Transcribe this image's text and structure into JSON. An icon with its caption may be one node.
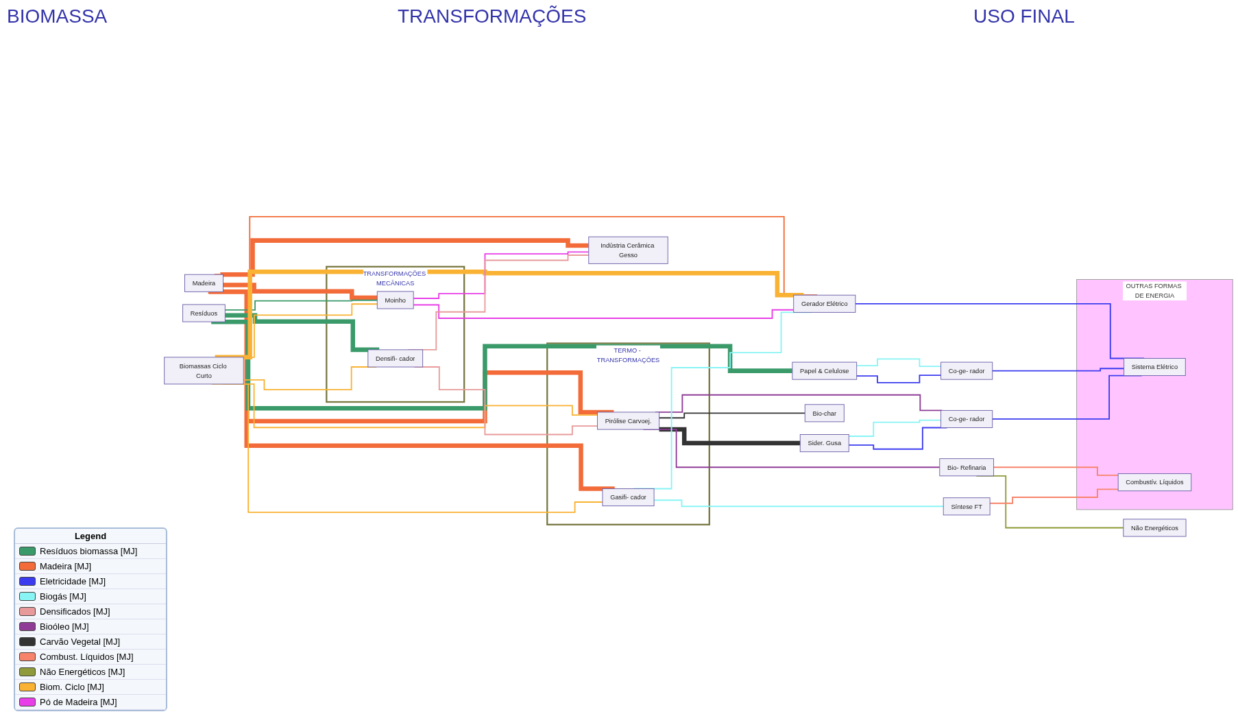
{
  "diagram": {
    "nodes": [
      {
        "text": [
          "Madeira"
        ]
      },
      {
        "text": [
          "Resíduos"
        ]
      },
      {
        "text": [
          "Biomassas Ciclo Curto"
        ]
      },
      {
        "text": [
          "TRANSFORMAÇÕES MECÂNICAS"
        ]
      },
      {
        "text": [
          "Moinho"
        ],
        "in": 3
      },
      {
        "text": [
          "Densifi- cador"
        ],
        "in": 3
      },
      {
        "text": [
          "TERMO - TRANSFORMAÇÕES"
        ]
      },
      {
        "text": [
          "Pirólise Carvoej."
        ],
        "in": 6
      },
      {
        "text": [
          "Gasifi- cador"
        ],
        "in": 6
      },
      {
        "text": [
          "Gerador Elétrico"
        ]
      },
      {
        "text": [
          "Bio- Refinaria"
        ]
      },
      {
        "text": [
          "Síntese FT"
        ]
      },
      {
        "text": [
          "Papel & Celulose"
        ]
      },
      {
        "text": [
          "Co-ge- rador"
        ]
      },
      {
        "text": [
          "Indústria Cerâmica Gesso"
        ]
      },
      {
        "text": [
          "Sider. Gusa"
        ]
      },
      {
        "text": [
          "Co-ge- rador"
        ]
      },
      {
        "text": [
          "Não Energéticos"
        ]
      },
      {
        "text": [
          "Bio-char"
        ]
      },
      {
        "text": [
          "OUTRAS FORMAS DE ENERGIA"
        ]
      },
      {
        "text": [
          "Sistema Elétrico"
        ],
        "in": 19
      },
      {
        "text": [
          "Combustív. Líquidos"
        ],
        "in": 19
      }
    ],
    "edges": [
      {
        "from": 0,
        "to": 4,
        "arrow": "none",
        "style": "thick",
        "color": "#f26b38"
      },
      {
        "from": 0,
        "to": 14,
        "arrow": "none",
        "style": "thick",
        "color": "#f26b38"
      },
      {
        "from": 0,
        "to": 9,
        "arrow": "none",
        "color": "#f26b38"
      },
      {
        "from": 0,
        "to": 7,
        "arrow": "none",
        "style": "thick",
        "color": "#f26b38"
      },
      {
        "from": 0,
        "to": 8,
        "arrow": "none",
        "style": "thick",
        "color": "#f26b38"
      },
      {
        "from": 1,
        "to": 4,
        "arrow": "none",
        "color": "#3a9a6a"
      },
      {
        "from": 1,
        "to": 12,
        "arrow": "none",
        "style": "thick",
        "color": "#3a9a6a"
      },
      {
        "from": 1,
        "to": 5,
        "arrow": "none",
        "style": "thick",
        "color": "#3a9a6a"
      },
      {
        "from": 2,
        "to": 4,
        "arrow": "none",
        "color": "#f9b233"
      },
      {
        "from": 2,
        "to": 5,
        "arrow": "none",
        "color": "#f9b233"
      },
      {
        "from": 2,
        "to": 9,
        "arrow": "none",
        "style": "thick",
        "color": "#f9b233"
      },
      {
        "from": 2,
        "to": 7,
        "arrow": "none",
        "color": "#f9b233"
      },
      {
        "from": 2,
        "to": 8,
        "arrow": "none",
        "color": "#f9b233"
      },
      {
        "from": 4,
        "to": 14,
        "arrow": "none",
        "color": "#e83ee8"
      },
      {
        "from": 4,
        "to": 9,
        "arrow": "none",
        "color": "#e83ee8"
      },
      {
        "from": 5,
        "to": 14,
        "arrow": "none",
        "color": "#e89a9a"
      },
      {
        "from": 5,
        "to": 7,
        "arrow": "none",
        "color": "#e89a9a"
      },
      {
        "from": 7,
        "to": 15,
        "arrow": "none",
        "style": "thick",
        "color": "#333333"
      },
      {
        "from": 7,
        "to": 16,
        "arrow": "none",
        "color": "#8e3c96"
      },
      {
        "from": 7,
        "to": 10,
        "arrow": "none",
        "color": "#8e3c96"
      },
      {
        "from": 7,
        "to": 18,
        "arrow": "none",
        "color": "#333333"
      },
      {
        "from": 8,
        "to": 9,
        "arrow": "none",
        "color": "#88f4f4"
      },
      {
        "from": 8,
        "to": 11,
        "arrow": "none",
        "color": "#88f4f4"
      },
      {
        "from": 9,
        "to": 20,
        "arrow": "none",
        "color": "#3b3bf0"
      },
      {
        "from": 10,
        "to": 17,
        "arrow": "none",
        "color": "#8f9a3a"
      },
      {
        "from": 10,
        "to": 21,
        "arrow": "none",
        "color": "#f7836a"
      },
      {
        "from": 11,
        "to": 21,
        "arrow": "none",
        "color": "#f7836a"
      },
      {
        "from": 12,
        "to": 13,
        "arrow": "none",
        "color": "#88f4f4"
      },
      {
        "from": 13,
        "to": 12,
        "arrow": "none",
        "color": "#3b3bf0"
      },
      {
        "from": 13,
        "to": 20,
        "arrow": "none",
        "color": "#3b3bf0"
      },
      {
        "from": 15,
        "to": 16,
        "arrow": "none",
        "color": "#88f4f4"
      },
      {
        "from": 16,
        "to": 15,
        "arrow": "none",
        "color": "#3b3bf0"
      },
      {
        "from": 16,
        "to": 20,
        "arrow": "none",
        "color": "#3b3bf0"
      }
    ],
    "labels": [
      "BIOMASSA",
      "TRANSFORMAÇÕES",
      "USO FINAL",
      "Legend"
    ],
    "legend": [
      {
        "text": "Resíduos biomassa [MJ]",
        "color": "#3a9a6a"
      },
      {
        "text": "Madeira [MJ]",
        "color": "#f26b38"
      },
      {
        "text": "Eletricidade [MJ]",
        "color": "#3b3bf0"
      },
      {
        "text": "Biogás [MJ]",
        "color": "#88f4f4"
      },
      {
        "text": "Densificados [MJ]",
        "color": "#e89a9a"
      },
      {
        "text": "Bioóleo [MJ]",
        "color": "#8e3c96"
      },
      {
        "text": "Carvão Vegetal [MJ]",
        "color": "#333333"
      },
      {
        "text": "Combust. Líquidos [MJ]",
        "color": "#f7836a"
      },
      {
        "text": "Não Energéticos [MJ]",
        "color": "#8f9a3a"
      },
      {
        "text": "Biom. Ciclo [MJ]",
        "color": "#f9b233"
      },
      {
        "text": "Pó de Madeira [MJ]",
        "color": "#e83ee8"
      }
    ]
  }
}
